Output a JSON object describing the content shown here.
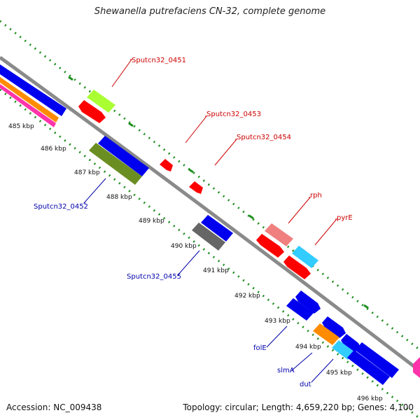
{
  "title": "Shewanella putrefaciens CN-32, complete genome",
  "footer": {
    "accession": "Accession: NC_009438",
    "summary": "Topology: circular; Length: 4,659,220 bp; Genes: 4,100"
  },
  "colors": {
    "backbone": "#8c8c8c",
    "ticks": "#1f8f1f",
    "forward_label": "#cc0000",
    "reverse_label": "#0000aa"
  },
  "kbp_labels": [
    "485 kbp",
    "486 kbp",
    "487 kbp",
    "488 kbp",
    "489 kbp",
    "490 kbp",
    "491 kbp",
    "492 kbp",
    "493 kbp",
    "494 kbp",
    "495 kbp",
    "496 kbp"
  ],
  "gene_labels": [
    {
      "text": "Sputcn32_0451",
      "strand": "forward"
    },
    {
      "text": "Sputcn32_0453",
      "strand": "forward"
    },
    {
      "text": "Sputcn32_0454",
      "strand": "forward"
    },
    {
      "text": "rph",
      "strand": "forward"
    },
    {
      "text": "pyrE",
      "strand": "forward"
    },
    {
      "text": "Sputcn32_0452",
      "strand": "reverse"
    },
    {
      "text": "Sputcn32_0455",
      "strand": "reverse"
    },
    {
      "text": "folE",
      "strand": "reverse"
    },
    {
      "text": "slmA",
      "strand": "reverse"
    },
    {
      "text": "dut",
      "strand": "reverse"
    }
  ]
}
